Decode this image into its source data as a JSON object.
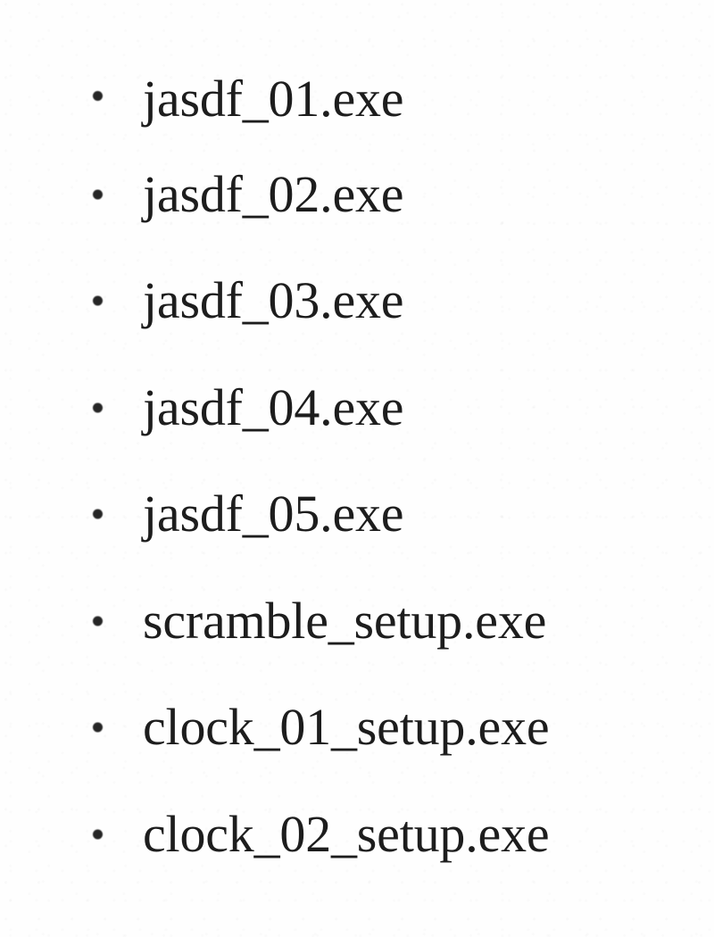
{
  "document": {
    "type": "scanned-document",
    "background_color": "#fefefe",
    "text_color": "#1d1d1d",
    "bullet_color": "#262626",
    "bullet_glyph": "•"
  },
  "file_list": {
    "list_style": "disc",
    "items": [
      {
        "name": "jasdf_01.exe"
      },
      {
        "name": "jasdf_02.exe"
      },
      {
        "name": "jasdf_03.exe"
      },
      {
        "name": "jasdf_04.exe"
      },
      {
        "name": "jasdf_05.exe"
      },
      {
        "name": "scramble_setup.exe"
      },
      {
        "name": "clock_01_setup.exe"
      },
      {
        "name": "clock_02_setup.exe"
      }
    ]
  }
}
